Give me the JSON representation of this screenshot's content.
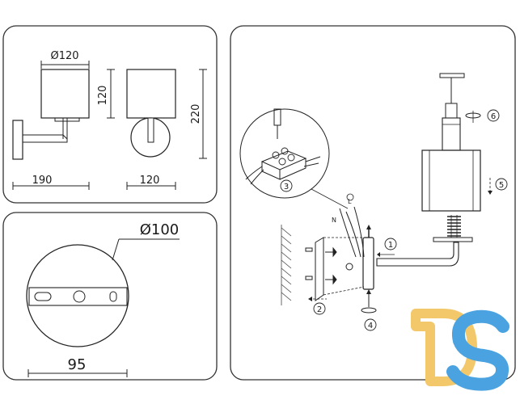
{
  "panels": {
    "dimensions": {
      "shade_diameter": "Ø120",
      "shade_height": "120",
      "total_height": "220",
      "projection": "190",
      "width": "120"
    },
    "base_plate": {
      "diameter": "Ø100",
      "slot_span": "95"
    },
    "installation": {
      "steps": [
        "1",
        "2",
        "3",
        "4",
        "5",
        "6"
      ]
    }
  },
  "logo": {
    "text": "DS",
    "colors": {
      "d": "#f2c86b",
      "s": "#4aa3e0"
    }
  },
  "colors": {
    "line": "#2a2a2a",
    "panel_border": "#333333"
  }
}
